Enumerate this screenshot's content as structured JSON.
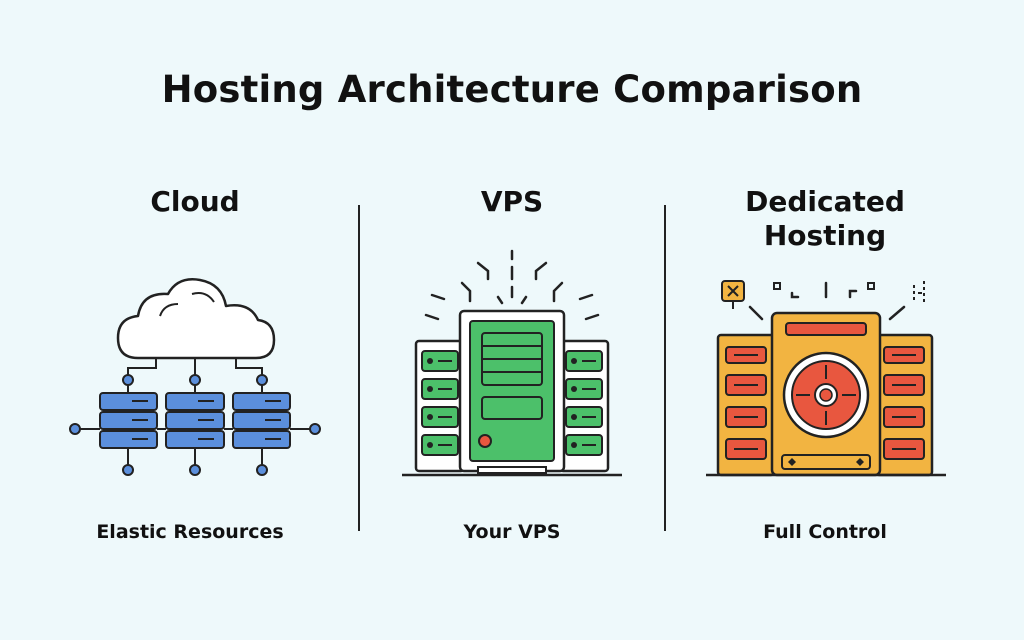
{
  "title": "Hosting Architecture Comparison",
  "colors": {
    "background": "#eef9fb",
    "cloud_blue": "#5b8fdc",
    "vps_green": "#4cc06a",
    "dedicated_orange": "#f2b441",
    "dedicated_red": "#e8573f",
    "outline": "#222222"
  },
  "columns": [
    {
      "title": "Cloud",
      "caption": "Elastic Resources",
      "icon": "cloud-server-cluster-icon"
    },
    {
      "title": "VPS",
      "caption": "Your VPS",
      "icon": "vps-server-icon"
    },
    {
      "title_lines": [
        "Dedicated",
        "Hosting"
      ],
      "caption": "Full Control",
      "icon": "dedicated-server-icon"
    }
  ]
}
